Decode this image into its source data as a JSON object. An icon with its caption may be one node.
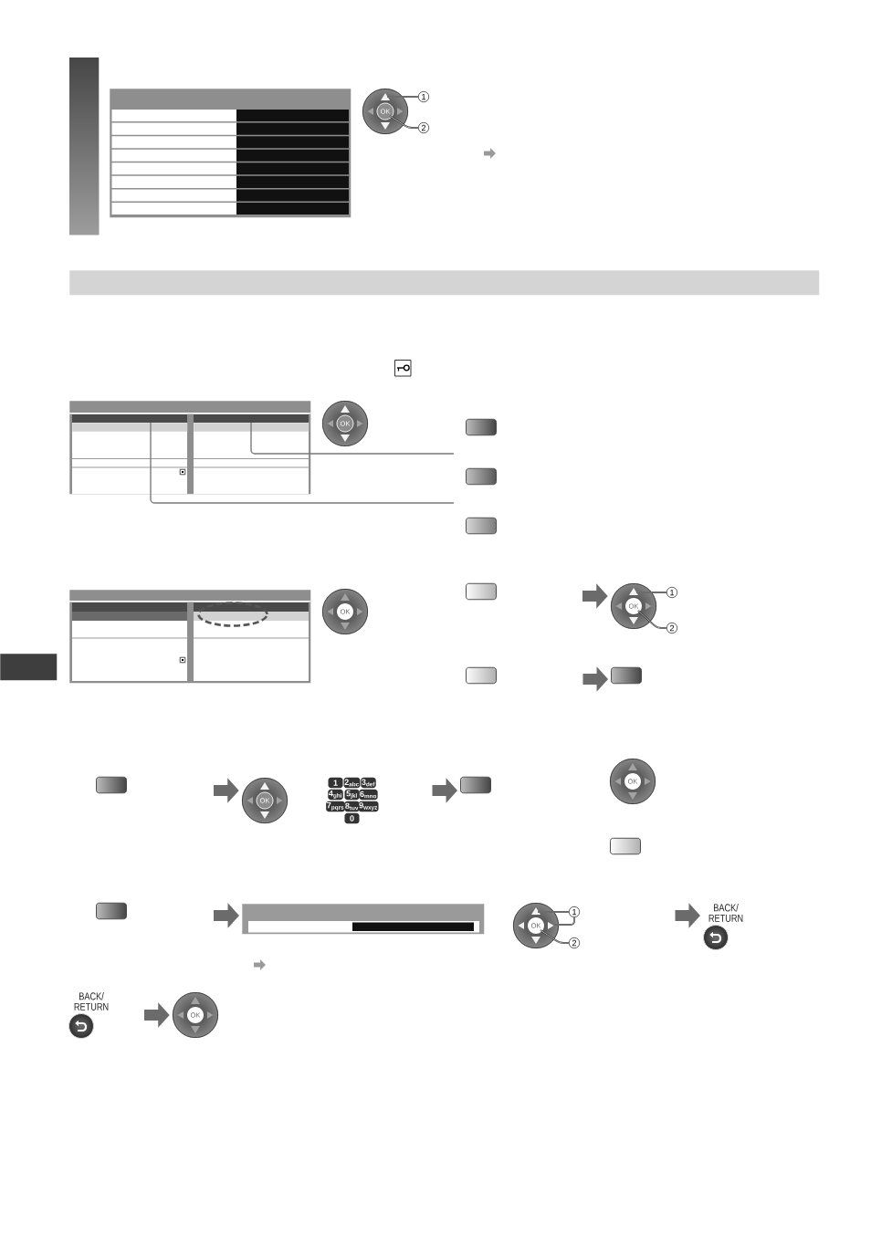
{
  "diagram": {
    "nodes": [
      {
        "text": [],
        "shape": "box"
      },
      {
        "text": [
          "OK"
        ]
      },
      {
        "text": [
          "1"
        ]
      },
      {
        "text": [
          "2"
        ]
      },
      {
        "text": [],
        "shape": "box"
      },
      {
        "text": [],
        "shape": "bar",
        "in": 4
      },
      {
        "text": [],
        "shape": "bar",
        "in": 4
      },
      {
        "text": [
          "OK"
        ]
      },
      {
        "text": [],
        "shape": "box"
      },
      {
        "text": [],
        "shape": "box"
      },
      {
        "text": [],
        "shape": "box"
      },
      {
        "text": [],
        "shape": "box"
      },
      {
        "text": [
          "OK"
        ]
      },
      {
        "text": [],
        "shape": "box"
      },
      {
        "text": [
          "OK"
        ]
      },
      {
        "text": [
          "1"
        ]
      },
      {
        "text": [
          "2"
        ]
      },
      {
        "text": [],
        "shape": "box"
      },
      {
        "text": [],
        "shape": "box"
      },
      {
        "text": [],
        "shape": "box"
      },
      {
        "text": [
          "OK"
        ]
      },
      {
        "text": [
          "1"
        ]
      },
      {
        "text": [
          "2$_{abc}$"
        ]
      },
      {
        "text": [
          "3$_{def}$"
        ]
      },
      {
        "text": [
          "4$_{ghi}$"
        ]
      },
      {
        "text": [
          "5$_{jkl}$"
        ]
      },
      {
        "text": [
          "6$_{mno}$"
        ]
      },
      {
        "text": [
          "7$_{pqrs}$"
        ]
      },
      {
        "text": [
          "8$_{tuv}$"
        ]
      },
      {
        "text": [
          "9$_{wxyz}$"
        ]
      },
      {
        "text": [
          "0"
        ]
      },
      {
        "text": [],
        "shape": "box"
      },
      {
        "text": [
          "OK"
        ]
      },
      {
        "text": [],
        "shape": "box"
      },
      {
        "text": [],
        "shape": "box"
      },
      {
        "text": [],
        "shape": "box"
      },
      {
        "text": [
          "OK"
        ]
      },
      {
        "text": [
          "1"
        ]
      },
      {
        "text": [
          "2"
        ]
      },
      {
        "text": [
          "BACK/ RETURN"
        ]
      },
      {
        "text": [
          "BACK/ RETURN"
        ]
      },
      {
        "text": [
          "OK"
        ]
      },
      {
        "text": [],
        "shape": "bar"
      },
      {
        "text": [],
        "shape": "bar"
      },
      {
        "text": [],
        "shape": "bar"
      }
    ],
    "edges": [
      {
        "from": 2,
        "to": 1,
        "arrow": "none"
      },
      {
        "from": 3,
        "to": 1,
        "arrow": "none"
      },
      {
        "from": null,
        "to": 6,
        "arrow": "none",
        "color": "#7a7a7a"
      },
      {
        "from": null,
        "to": 5,
        "arrow": "none",
        "color": "#7a7a7a"
      },
      {
        "from": 15,
        "to": 14,
        "arrow": "none"
      },
      {
        "from": 16,
        "to": 14,
        "arrow": "none"
      },
      {
        "from": 37,
        "to": 36,
        "arrow": "none"
      },
      {
        "from": 37,
        "to": 36,
        "arrow": "none"
      },
      {
        "from": 38,
        "to": 36,
        "arrow": "none"
      },
      {
        "from": null,
        "to": 14,
        "arrow": "to",
        "style": "thick",
        "color": "#6b6b6b"
      },
      {
        "from": null,
        "to": 18,
        "arrow": "to",
        "style": "thick",
        "color": "#6b6b6b"
      },
      {
        "from": null,
        "to": 20,
        "arrow": "to",
        "style": "thick",
        "color": "#6b6b6b"
      },
      {
        "from": null,
        "to": 31,
        "arrow": "to",
        "style": "thick",
        "color": "#6b6b6b"
      },
      {
        "from": null,
        "to": 35,
        "arrow": "to",
        "style": "thick",
        "color": "#6b6b6b"
      },
      {
        "from": null,
        "to": 39,
        "arrow": "to",
        "style": "thick",
        "color": "#6b6b6b"
      },
      {
        "from": null,
        "to": 41,
        "arrow": "to",
        "style": "thick",
        "color": "#6b6b6b"
      }
    ]
  }
}
